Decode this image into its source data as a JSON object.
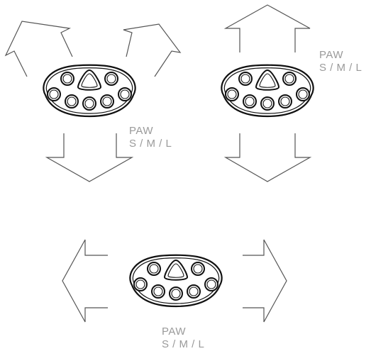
{
  "figures": [
    {
      "name": "paw-y-hang",
      "label": {
        "title": "PAW",
        "sizes": "S / M / L"
      }
    },
    {
      "name": "paw-parallel",
      "label": {
        "title": "PAW",
        "sizes": "S / M / L"
      }
    },
    {
      "name": "paw-horizontal",
      "label": {
        "title": "PAW",
        "sizes": "S / M / L"
      }
    }
  ],
  "colors": {
    "arrow": "#555555",
    "plate": "#111111",
    "label": "#9a9a9a"
  },
  "icons": [
    "arrow-icon",
    "anchor-plate-icon"
  ]
}
